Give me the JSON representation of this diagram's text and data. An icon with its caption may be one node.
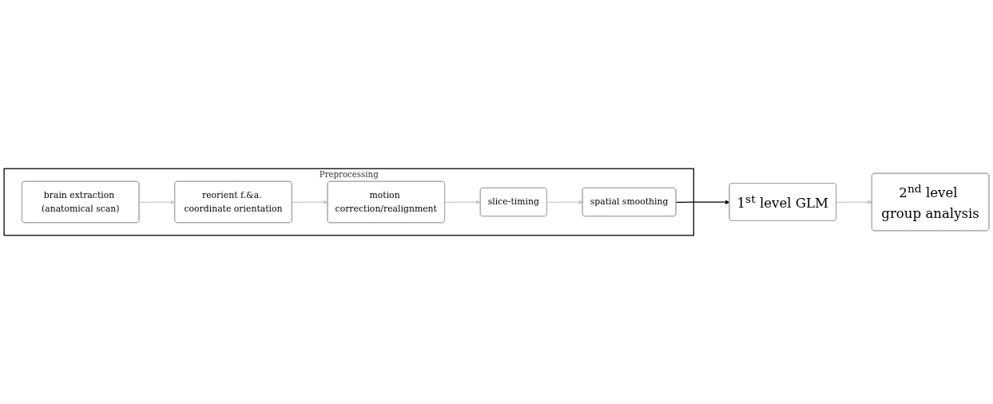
{
  "diagram": {
    "nodes": [
      {
        "text": [
          "Preprocessing"
        ]
      },
      {
        "text": [
          "brain extraction (anatomical scan)"
        ],
        "in": 0
      },
      {
        "text": [
          "reorient f.&a. coordinate orientation"
        ],
        "in": 0
      },
      {
        "text": [
          "motion correction/realignment"
        ],
        "in": 0
      },
      {
        "text": [
          "slice-timing"
        ],
        "in": 0
      },
      {
        "text": [
          "spatial smoothing"
        ],
        "in": 0
      },
      {
        "text": [
          "1$^{st}$ level GLM"
        ]
      },
      {
        "text": [
          "2$^{nd}$ level group analysis"
        ]
      }
    ],
    "edges": [
      {
        "from": 1,
        "to": 2,
        "arrow": "to"
      },
      {
        "from": 2,
        "to": 3,
        "arrow": "to"
      },
      {
        "from": 3,
        "to": 4,
        "arrow": "to"
      },
      {
        "from": 4,
        "to": 5,
        "arrow": "to"
      },
      {
        "from": 5,
        "to": 6,
        "arrow": "to",
        "color": "#000000"
      },
      {
        "from": 6,
        "to": 7,
        "arrow": "to"
      }
    ]
  }
}
